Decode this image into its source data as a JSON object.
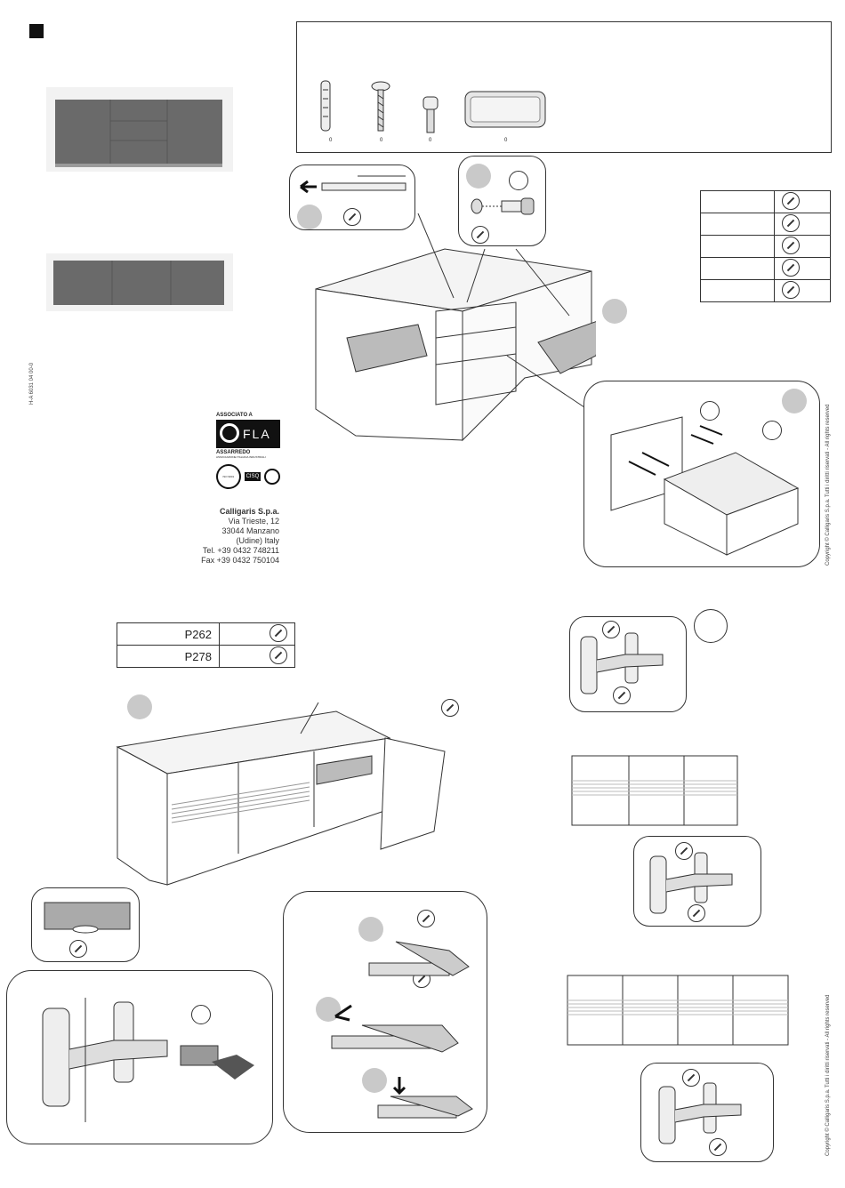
{
  "doc": {
    "code": "H-A 6031 04 00-0"
  },
  "hardware": {
    "qty": [
      "0",
      "0",
      "0",
      "0"
    ]
  },
  "codes_top": [
    {
      "code": ""
    },
    {
      "code": ""
    },
    {
      "code": ""
    },
    {
      "code": ""
    },
    {
      "code": ""
    }
  ],
  "codes_bottom": [
    {
      "code": "P262"
    },
    {
      "code": "P278"
    }
  ],
  "logo": {
    "top": "ASSOCIATO A",
    "brand": "FLA",
    "sub": "ASSARREDO",
    "sub2": "ASSOCIAZIONE ITALIANA INDUSTRIALI",
    "cert1": "ISO 9001",
    "cert2": "CISQ"
  },
  "company": {
    "name": "Calligaris S.p.a.",
    "line1": "Via Trieste, 12",
    "line2": "33044 Manzano",
    "line3": "(Udine) Italy",
    "tel": "Tel. +39 0432 748211",
    "fax": "Fax +39 0432 750104"
  },
  "copyright": "Copyright © Calligaris S.p.a. Tutti i diritti riservati - All rights reserved",
  "colors": {
    "panel": "#6a6a6a",
    "circle": "#c9c9c9",
    "line": "#333333"
  }
}
